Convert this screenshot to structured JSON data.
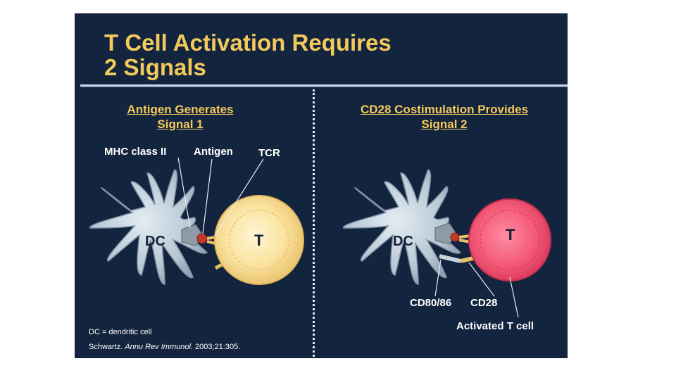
{
  "slide": {
    "title_line1": "T Cell Activation Requires",
    "title_line2": "2 Signals",
    "left_panel": {
      "heading_line1": "Antigen Generates",
      "heading_line2": "Signal 1",
      "labels": {
        "mhc": "MHC class II",
        "antigen": "Antigen",
        "tcr": "TCR"
      },
      "dc_label": "DC",
      "t_label": "T"
    },
    "right_panel": {
      "heading_line1": "CD28 Costimulation Provides",
      "heading_line2": "Signal 2",
      "labels": {
        "cd80": "CD80/86",
        "cd28": "CD28",
        "activated": "Activated T cell"
      },
      "dc_label": "DC",
      "t_label": "T"
    },
    "footnote": "DC = dendritic cell",
    "citation": {
      "author": "Schwartz.",
      "journal": "Annu Rev Immunol.",
      "details": "2003;21:305."
    }
  },
  "colors": {
    "background": "#13243f",
    "title": "#f3c95a",
    "dendritic_cell": "#b9c8d4",
    "naive_t_cell": "#f6dc8e",
    "activated_t_cell": "#f25f7c",
    "antigen": "#c0392b"
  }
}
